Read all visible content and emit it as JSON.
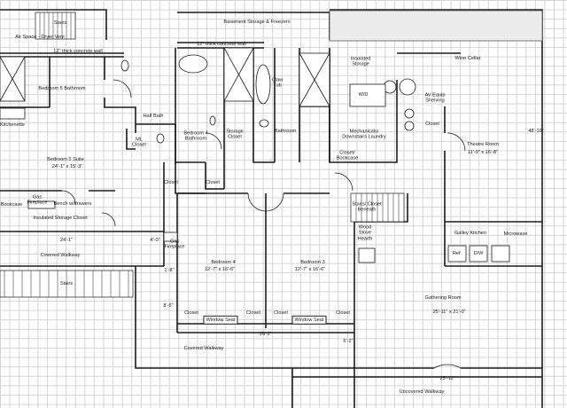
{
  "colors": {
    "wall": "#1c1c1c",
    "grid": "#d3d3d3",
    "stair_fill": "#ffffff"
  },
  "rooms": {
    "stairs_top": "Stairs",
    "air_space": "Air Space - Dryer Vent",
    "basement_storage": "Basement Storage & Freezers",
    "concrete_wall_left": "12\" thick concrete wall",
    "concrete_wall_mid": "12\" thick concrete wall",
    "insulated_storage": "Insulated Storage",
    "wine_cellar": "Wine Cellar",
    "bedroom5_bathroom": "Bedroom 5 Bathroom",
    "claw_tub": "Claw Tub",
    "wd": "W/D",
    "av_equip": "AV Equip Shelving",
    "kitchenette": "Kitchenette",
    "half_bath": "Half Bath",
    "ml_closet": "ML Closet",
    "bedroom4_bathroom": "Bedroom 4 Bathroom",
    "storage_closet": "Storage Closet",
    "bathroom": "Bathroom",
    "mechanicals": "Mechanicals/ Downstairs Laundry",
    "closet_theatre": "Closet",
    "theatre_room": "Theatre Room",
    "theatre_dim": "11'-9\" x 16'-8\"",
    "dim_48": "48'-10\"",
    "bedroom5_suite": "Bedroom 5 Suite",
    "bedroom5_dim": "24'-1\" x 15'-3\"",
    "closet_bookcase": "Closet/ Bookcase",
    "closet_a": "Closet",
    "closet_b": "Closet",
    "gas_fireplace_left": "Gas Fireplace",
    "bookcase": "Bookcase",
    "bench": "Bench w/drawers",
    "stairs_closet": "Stairs/ Closet Beneath",
    "insulated_storage_closet": "Insulated Storage Closet",
    "wood_stove": "Wood Stove Hearth",
    "galley_kitchen": "Galley Kitchen",
    "microwave": "Microwave",
    "dim_24_1": "24'-1\"",
    "dim_4_0": "4'-0\"",
    "gas_fireplace_mid": "Gas Fireplace",
    "ref": "Ref.",
    "dw": "D/W",
    "covered_walkway_left": "Covered Walkway",
    "bedroom4": "Bedroom 4",
    "bedroom4_dim": "12'-7\" x 16'-6\"",
    "bedroom3": "Bedroom 3",
    "bedroom3_dim": "12'-7\" x 16'-6\"",
    "stairs_bottom": "Stairs",
    "dim_1_8": "1'-8\"",
    "gathering_room": "Gathering Room",
    "gathering_dim": "25'-11\" x 21'-0\"",
    "dim_8_5": "8'-5\"",
    "closet_1": "Closet",
    "window_seat_1": "Window Seat",
    "closet_2": "Closet",
    "closet_3": "Closet",
    "window_seat_2": "Window Seat",
    "closet_4": "Closet",
    "dim_26_2": "26'-2\"",
    "dim_6_2": "6'-2\"",
    "covered_walkway_bottom": "Covered Walkway",
    "dim_25_11": "25'-11\"",
    "uncovered_walkway": "Uncovered Walkway"
  }
}
